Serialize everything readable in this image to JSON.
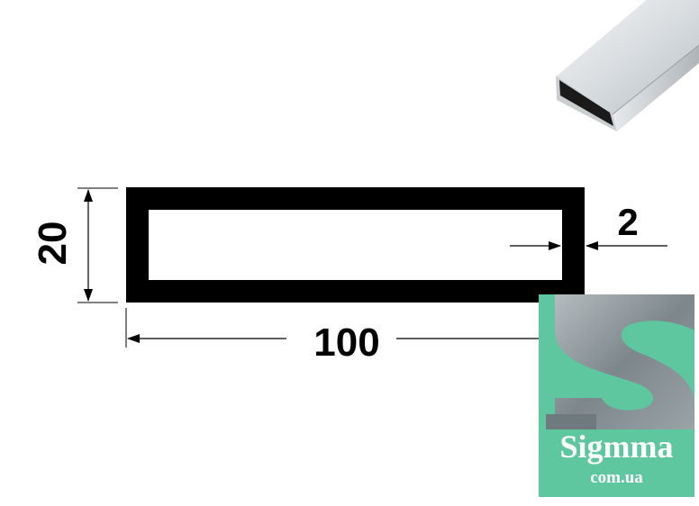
{
  "dimensions": {
    "height": "20",
    "width": "100",
    "wall_thickness": "2"
  },
  "logo": {
    "name": "Sigmma",
    "domain": "com.ua",
    "letter": "S"
  },
  "colors": {
    "profile": "#000000",
    "logo_green": "#5ec79f",
    "logo_steel": "#8a9498",
    "text": "#000000"
  },
  "icons": {
    "product_photo": "aluminium-rect-tube-icon",
    "logo_mark": "sigmma-s-logo-icon"
  }
}
